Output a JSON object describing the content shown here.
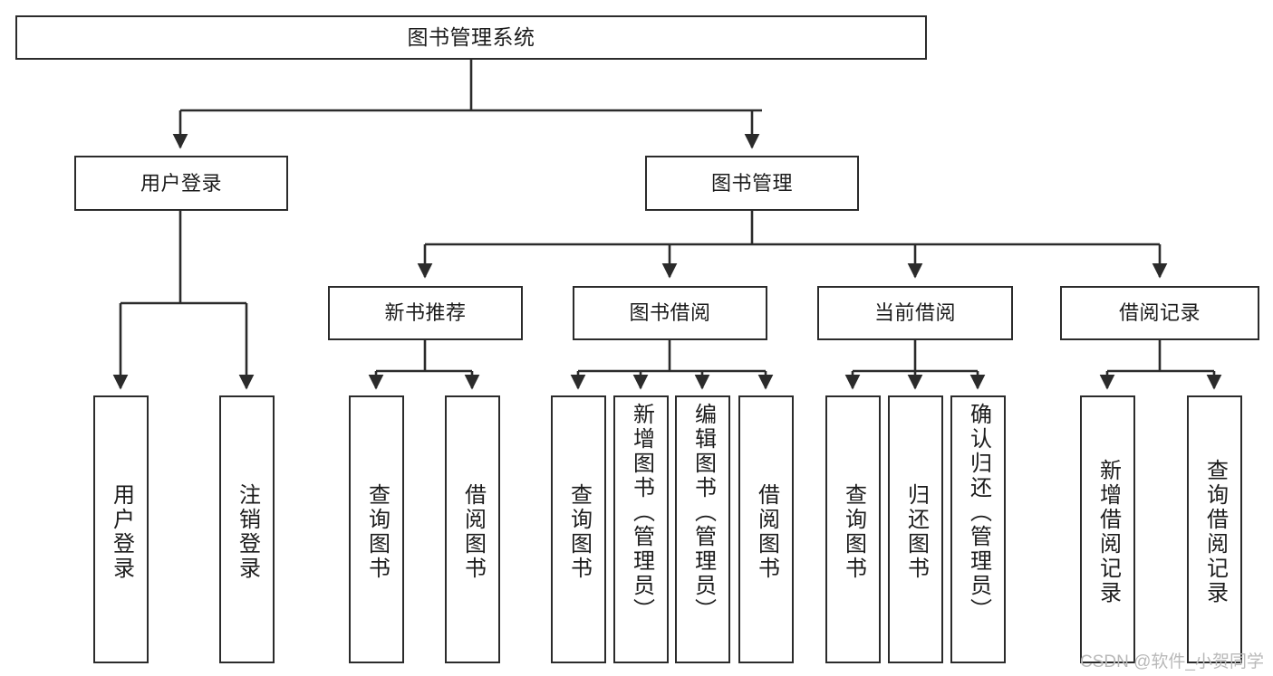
{
  "diagram": {
    "title": "图书管理系统",
    "type": "hierarchy-tree",
    "watermark": "CSDN @软件_小贺同学",
    "colors": {
      "stroke": "#2b2b2b",
      "fill": "#ffffff",
      "text": "#1c1c1c",
      "watermark": "#b9b9b9"
    },
    "nodes": {
      "root": {
        "label": "图书管理系统"
      },
      "level2": [
        {
          "id": "user-login",
          "label": "用户登录"
        },
        {
          "id": "book-management",
          "label": "图书管理"
        }
      ],
      "level3": [
        {
          "id": "new-book-recommend",
          "label": "新书推荐"
        },
        {
          "id": "book-borrow",
          "label": "图书借阅"
        },
        {
          "id": "current-borrow",
          "label": "当前借阅"
        },
        {
          "id": "borrow-record",
          "label": "借阅记录"
        }
      ],
      "leaves": {
        "user_login": [
          {
            "id": "leaf-user-login",
            "label": "用户登录"
          },
          {
            "id": "leaf-logout-login",
            "label": "注销登录"
          }
        ],
        "new_book_recommend": [
          {
            "id": "leaf-query-book-1",
            "label": "查询图书"
          },
          {
            "id": "leaf-borrow-book-1",
            "label": "借阅图书"
          }
        ],
        "book_borrow": [
          {
            "id": "leaf-query-book-2",
            "label": "查询图书"
          },
          {
            "id": "leaf-add-book",
            "label": "新增图书（管理员）"
          },
          {
            "id": "leaf-edit-book",
            "label": "编辑图书（管理员）"
          },
          {
            "id": "leaf-borrow-book-2",
            "label": "借阅图书"
          }
        ],
        "current_borrow": [
          {
            "id": "leaf-query-book-3",
            "label": "查询图书"
          },
          {
            "id": "leaf-return-book",
            "label": "归还图书"
          },
          {
            "id": "leaf-confirm-return",
            "label": "确认归还（管理员）"
          }
        ],
        "borrow_record": [
          {
            "id": "leaf-add-borrow-record",
            "label": "新增借阅记录"
          },
          {
            "id": "leaf-query-borrow-record",
            "label": "查询借阅记录"
          }
        ]
      }
    }
  }
}
